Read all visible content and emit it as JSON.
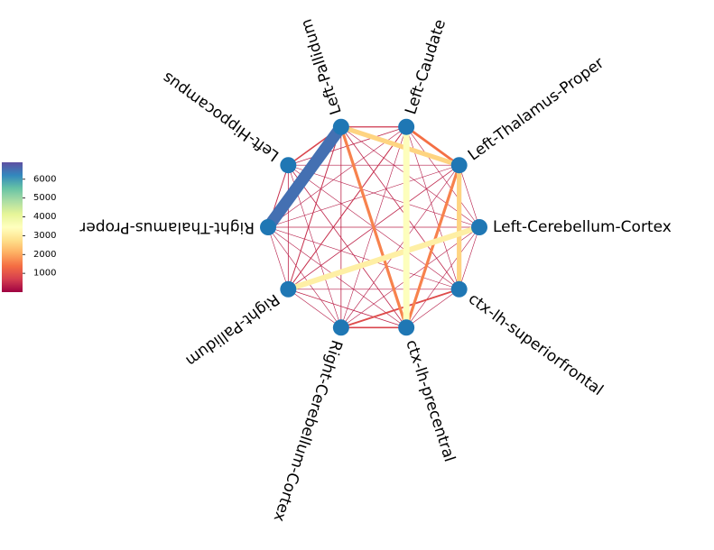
{
  "chart_data": {
    "type": "network",
    "layout": "circular",
    "node_color": "#1f77b4",
    "nodes": [
      "Left-Cerebellum-Cortex",
      "Left-Thalamus-Proper",
      "Left-Caudate",
      "Left-Pallidum",
      "Left-Hippocampus",
      "Right-Thalamus-Proper",
      "Right-Pallidum",
      "Right-Cerebellum-Cortex",
      "ctx-lh-precentral",
      "ctx-lh-superiorfrontal"
    ],
    "edges": [
      {
        "source": "Left-Pallidum",
        "target": "Left-Hippocampus",
        "weight": 800
      },
      {
        "source": "Left-Pallidum",
        "target": "Left-Caudate",
        "weight": 600
      },
      {
        "source": "Left-Pallidum",
        "target": "Left-Thalamus-Proper",
        "weight": 2600
      },
      {
        "source": "Left-Pallidum",
        "target": "Left-Cerebellum-Cortex",
        "weight": 300
      },
      {
        "source": "Left-Pallidum",
        "target": "Right-Thalamus-Proper",
        "weight": 6500
      },
      {
        "source": "Left-Pallidum",
        "target": "Right-Pallidum",
        "weight": 500
      },
      {
        "source": "Left-Pallidum",
        "target": "Right-Cerebellum-Cortex",
        "weight": 400
      },
      {
        "source": "Left-Pallidum",
        "target": "ctx-lh-precentral",
        "weight": 1600
      },
      {
        "source": "Left-Pallidum",
        "target": "ctx-lh-superiorfrontal",
        "weight": 400
      },
      {
        "source": "Left-Caudate",
        "target": "Left-Thalamus-Proper",
        "weight": 1400
      },
      {
        "source": "Left-Caudate",
        "target": "Left-Cerebellum-Cortex",
        "weight": 300
      },
      {
        "source": "Left-Caudate",
        "target": "Left-Hippocampus",
        "weight": 400
      },
      {
        "source": "Left-Caudate",
        "target": "Right-Thalamus-Proper",
        "weight": 300
      },
      {
        "source": "Left-Caudate",
        "target": "Right-Pallidum",
        "weight": 500
      },
      {
        "source": "Left-Caudate",
        "target": "Right-Cerebellum-Cortex",
        "weight": 300
      },
      {
        "source": "Left-Caudate",
        "target": "ctx-lh-precentral",
        "weight": 3500
      },
      {
        "source": "Left-Caudate",
        "target": "ctx-lh-superiorfrontal",
        "weight": 300
      },
      {
        "source": "Left-Hippocampus",
        "target": "Left-Thalamus-Proper",
        "weight": 300
      },
      {
        "source": "Left-Hippocampus",
        "target": "Left-Cerebellum-Cortex",
        "weight": 300
      },
      {
        "source": "Left-Hippocampus",
        "target": "Right-Thalamus-Proper",
        "weight": 500
      },
      {
        "source": "Left-Hippocampus",
        "target": "Right-Pallidum",
        "weight": 400
      },
      {
        "source": "Left-Hippocampus",
        "target": "Right-Cerebellum-Cortex",
        "weight": 300
      },
      {
        "source": "Left-Hippocampus",
        "target": "ctx-lh-precentral",
        "weight": 400
      },
      {
        "source": "Left-Hippocampus",
        "target": "ctx-lh-superiorfrontal",
        "weight": 300
      },
      {
        "source": "Left-Thalamus-Proper",
        "target": "Left-Cerebellum-Cortex",
        "weight": 300
      },
      {
        "source": "Left-Thalamus-Proper",
        "target": "Right-Thalamus-Proper",
        "weight": 300
      },
      {
        "source": "Left-Thalamus-Proper",
        "target": "Right-Pallidum",
        "weight": 400
      },
      {
        "source": "Left-Thalamus-Proper",
        "target": "Right-Cerebellum-Cortex",
        "weight": 300
      },
      {
        "source": "Left-Thalamus-Proper",
        "target": "ctx-lh-precentral",
        "weight": 1600
      },
      {
        "source": "Left-Thalamus-Proper",
        "target": "ctx-lh-superiorfrontal",
        "weight": 2600
      },
      {
        "source": "Left-Cerebellum-Cortex",
        "target": "Right-Thalamus-Proper",
        "weight": 400
      },
      {
        "source": "Left-Cerebellum-Cortex",
        "target": "Right-Pallidum",
        "weight": 3100
      },
      {
        "source": "Left-Cerebellum-Cortex",
        "target": "Right-Cerebellum-Cortex",
        "weight": 300
      },
      {
        "source": "Left-Cerebellum-Cortex",
        "target": "ctx-lh-precentral",
        "weight": 300
      },
      {
        "source": "Left-Cerebellum-Cortex",
        "target": "ctx-lh-superiorfrontal",
        "weight": 300
      },
      {
        "source": "Right-Thalamus-Proper",
        "target": "Right-Pallidum",
        "weight": 300
      },
      {
        "source": "Right-Thalamus-Proper",
        "target": "Right-Cerebellum-Cortex",
        "weight": 300
      },
      {
        "source": "Right-Thalamus-Proper",
        "target": "ctx-lh-precentral",
        "weight": 300
      },
      {
        "source": "Right-Thalamus-Proper",
        "target": "ctx-lh-superiorfrontal",
        "weight": 300
      },
      {
        "source": "Right-Pallidum",
        "target": "Right-Cerebellum-Cortex",
        "weight": 300
      },
      {
        "source": "Right-Pallidum",
        "target": "ctx-lh-precentral",
        "weight": 400
      },
      {
        "source": "Right-Pallidum",
        "target": "ctx-lh-superiorfrontal",
        "weight": 300
      },
      {
        "source": "Right-Cerebellum-Cortex",
        "target": "ctx-lh-precentral",
        "weight": 800
      },
      {
        "source": "Right-Cerebellum-Cortex",
        "target": "ctx-lh-superiorfrontal",
        "weight": 900
      },
      {
        "source": "ctx-lh-precentral",
        "target": "ctx-lh-superiorfrontal",
        "weight": 300
      }
    ],
    "colorbar": {
      "colormap": "Spectral",
      "min": 0,
      "max": 6900,
      "ticks": [
        1000,
        2000,
        3000,
        4000,
        5000,
        6000
      ]
    }
  }
}
